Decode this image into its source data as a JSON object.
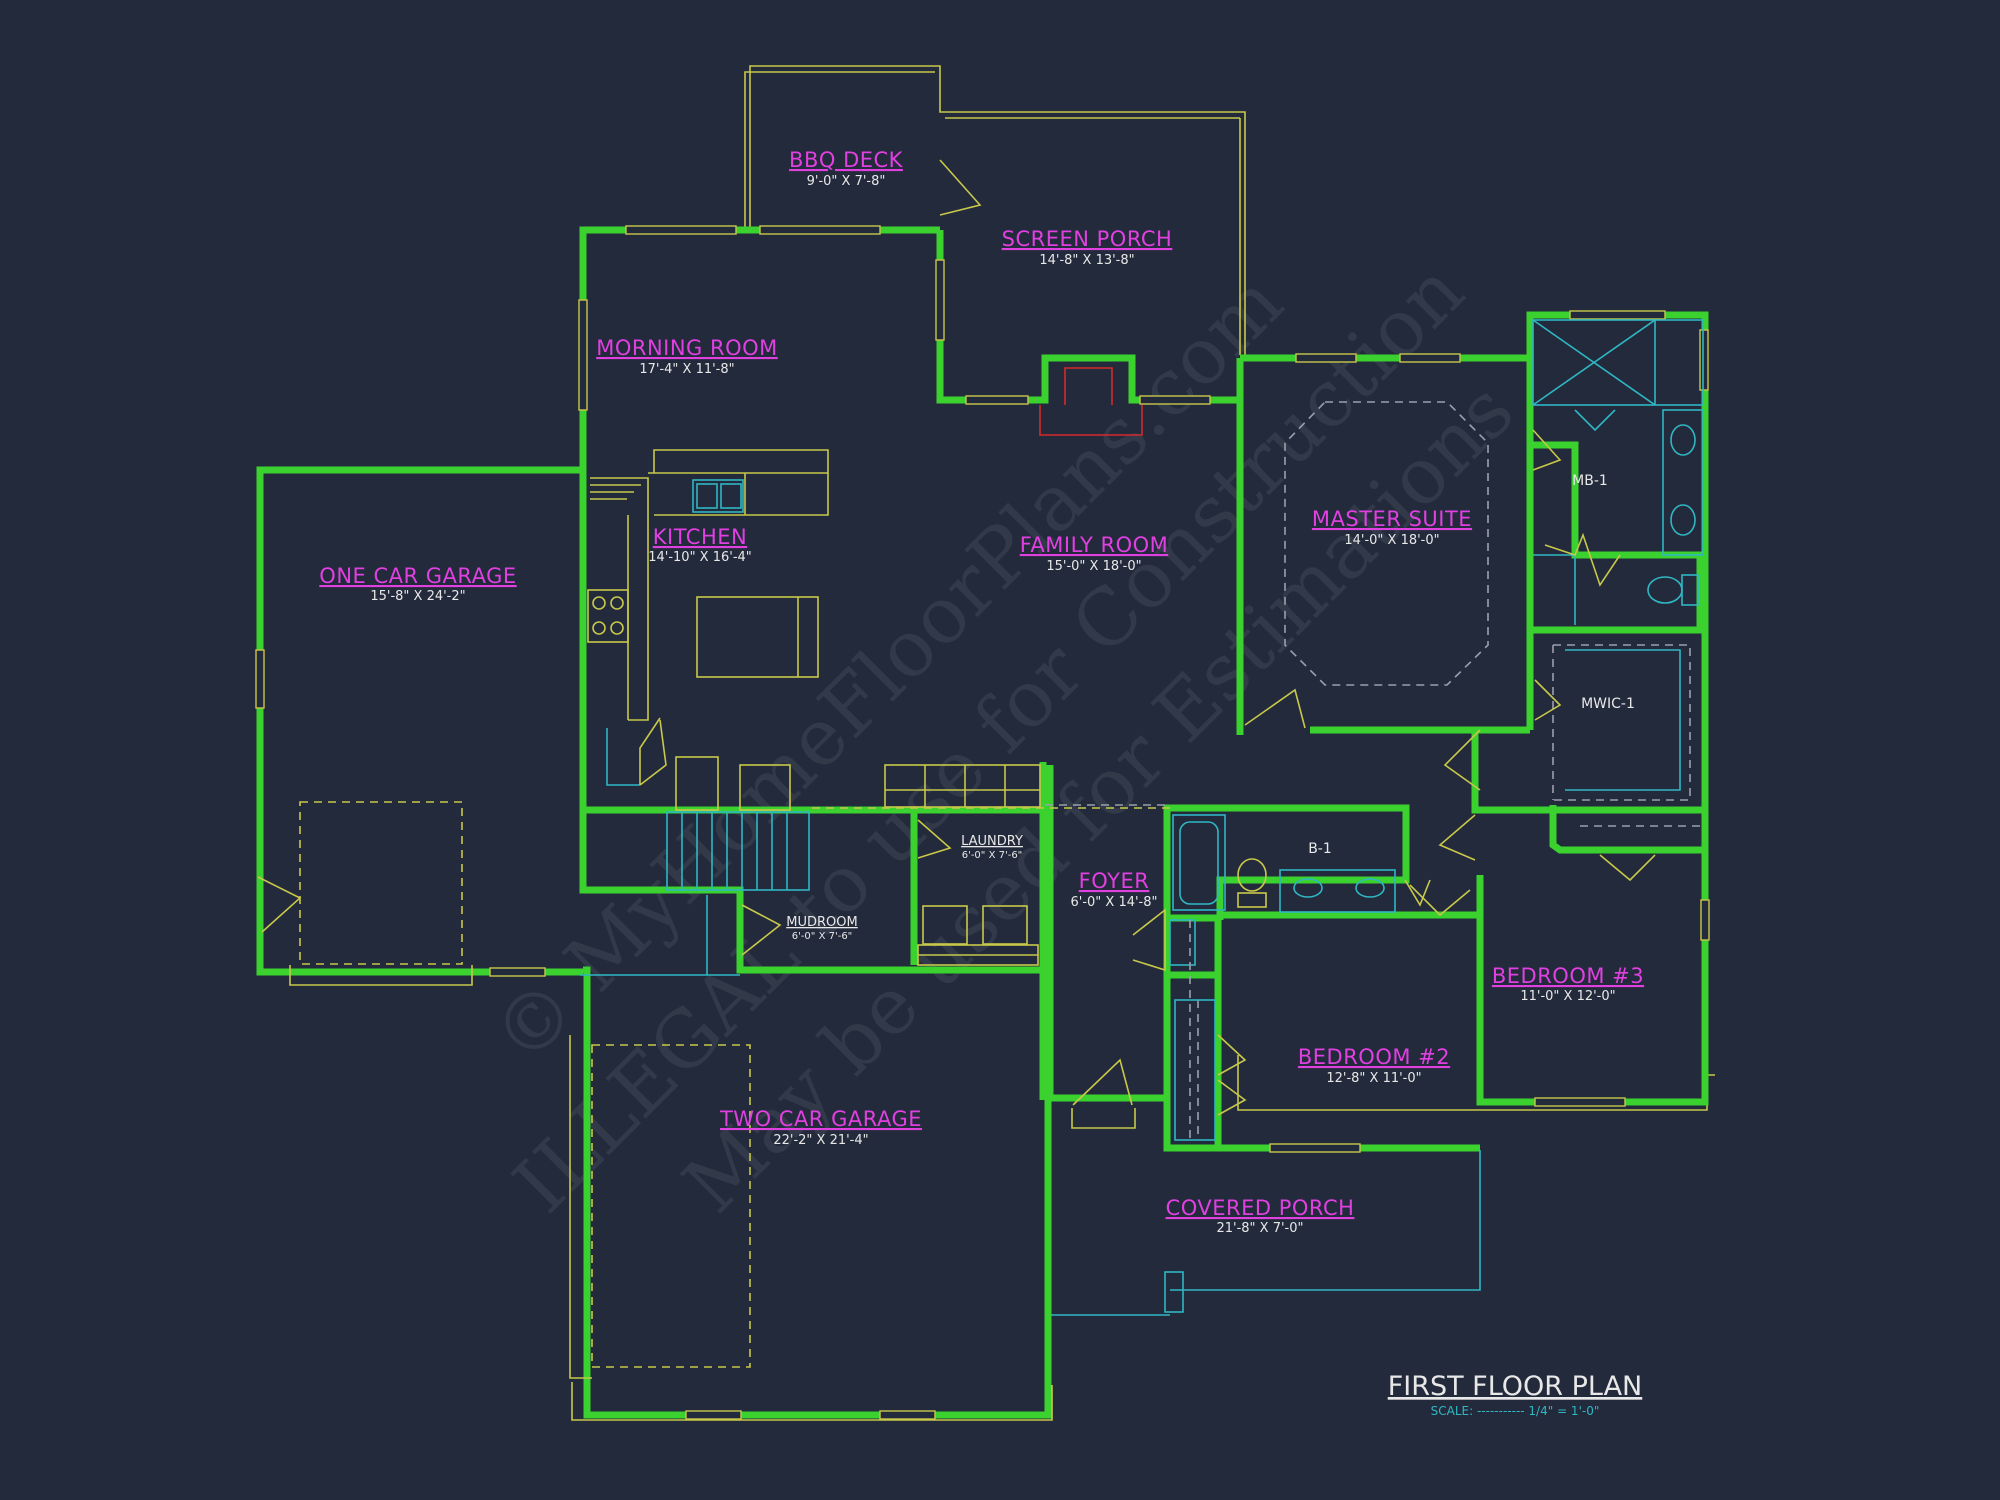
{
  "rooms": {
    "bbq_deck": {
      "name": "BBQ DECK",
      "dims": "9'-0\" X 7'-8\""
    },
    "screen_porch": {
      "name": "SCREEN PORCH",
      "dims": "14'-8\" X 13'-8\""
    },
    "morning_room": {
      "name": "MORNING ROOM",
      "dims": "17'-4\" X 11'-8\""
    },
    "kitchen": {
      "name": "KITCHEN",
      "dims": "14'-10\" X 16'-4\""
    },
    "family_room": {
      "name": "FAMILY ROOM",
      "dims": "15'-0\" X 18'-0\""
    },
    "master_suite": {
      "name": "MASTER SUITE",
      "dims": "14'-0\" X 18'-0\""
    },
    "one_car_garage": {
      "name": "ONE CAR GARAGE",
      "dims": "15'-8\" X 24'-2\""
    },
    "laundry": {
      "name": "LAUNDRY",
      "dims": "6'-0\" X 7'-6\""
    },
    "mudroom": {
      "name": "MUDROOM",
      "dims": "6'-0\" X 7'-6\""
    },
    "foyer": {
      "name": "FOYER",
      "dims": "6'-0\" X 14'-8\""
    },
    "bedroom_3": {
      "name": "BEDROOM #3",
      "dims": "11'-0\" X 12'-0\""
    },
    "bedroom_2": {
      "name": "BEDROOM #2",
      "dims": "12'-8\" X 11'-0\""
    },
    "two_car_garage": {
      "name": "TWO CAR GARAGE",
      "dims": "22'-2\" X 21'-4\""
    },
    "covered_porch": {
      "name": "COVERED PORCH",
      "dims": "21'-8\" X 7'-0\""
    }
  },
  "labels": {
    "mb1": "MB-1",
    "mwic1": "MWIC-1",
    "b1": "B-1"
  },
  "title_block": {
    "title": "FIRST FLOOR PLAN",
    "scale": "SCALE: ----------- 1/4\" = 1'-0\""
  },
  "watermark": {
    "line1": "© MyHomeFloorPlans.com",
    "line2": "ILLEGAL to use for Construction",
    "line3": "May be used for Estimations"
  },
  "colors": {
    "background": "#232a3b",
    "walls": "#3bd12f",
    "room_labels": "#e040e0",
    "fixtures": "#c8c84a",
    "plumbing": "#2fb7c4"
  }
}
